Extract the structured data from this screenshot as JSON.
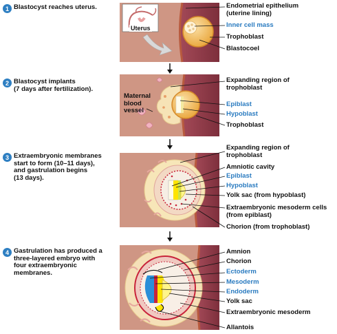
{
  "steps": [
    {
      "number": "1",
      "text": "Blastocyst reaches uterus."
    },
    {
      "number": "2",
      "text": "Blastocyst implants\n(7 days after fertilization)."
    },
    {
      "number": "3",
      "text": "Extraembryonic membranes\nstart to form (10–11 days),\nand gastrulation begins\n(13 days)."
    },
    {
      "number": "4",
      "text": "Gastrulation has produced a\nthree-layered embryo with\nfour extraembryonic\nmembranes."
    }
  ],
  "panel1": {
    "inset_label": "Uterus",
    "labels": [
      {
        "text": "Endometrial epithelium\n(uterine lining)",
        "blue": false
      },
      {
        "text": "Inner cell mass",
        "blue": true
      },
      {
        "text": "Trophoblast",
        "blue": false
      },
      {
        "text": "Blastocoel",
        "blue": false
      }
    ]
  },
  "panel2": {
    "maternal_label": "Maternal\nblood\nvessel",
    "labels": [
      {
        "text": "Expanding region of\ntrophoblast",
        "blue": false
      },
      {
        "text": "Epiblast",
        "blue": true
      },
      {
        "text": "Hypoblast",
        "blue": true
      },
      {
        "text": "Trophoblast",
        "blue": false
      }
    ]
  },
  "panel3": {
    "labels": [
      {
        "text": "Expanding region of\ntrophoblast",
        "blue": false
      },
      {
        "text": "Amniotic cavity",
        "blue": false
      },
      {
        "text": "Epiblast",
        "blue": true
      },
      {
        "text": "Hypoblast",
        "blue": true
      },
      {
        "text": "Yolk sac (from hypoblast)",
        "blue": false
      },
      {
        "text": "Extraembryonic mesoderm cells\n(from epiblast)",
        "blue": false
      },
      {
        "text": "Chorion (from trophoblast)",
        "blue": false
      }
    ]
  },
  "panel4": {
    "labels": [
      {
        "text": "Amnion",
        "blue": false
      },
      {
        "text": "Chorion",
        "blue": false
      },
      {
        "text": "Ectoderm",
        "blue": true
      },
      {
        "text": "Mesoderm",
        "blue": true
      },
      {
        "text": "Endoderm",
        "blue": true
      },
      {
        "text": "Yolk sac",
        "blue": false
      },
      {
        "text": "Extraembryonic mesoderm",
        "blue": false
      },
      {
        "text": "Allantois",
        "blue": false
      }
    ]
  },
  "colors": {
    "step_badge": "#2e7fc2",
    "blue_label": "#2a7bc0",
    "uterine_tissue": "#c98a7d",
    "uterine_wall_dark": "#8c3a46",
    "blastocyst": "#f0b54d",
    "epiblast": "#fde400",
    "ectoderm": "#2a8fd8",
    "mesoderm_red": "#c8233a"
  }
}
